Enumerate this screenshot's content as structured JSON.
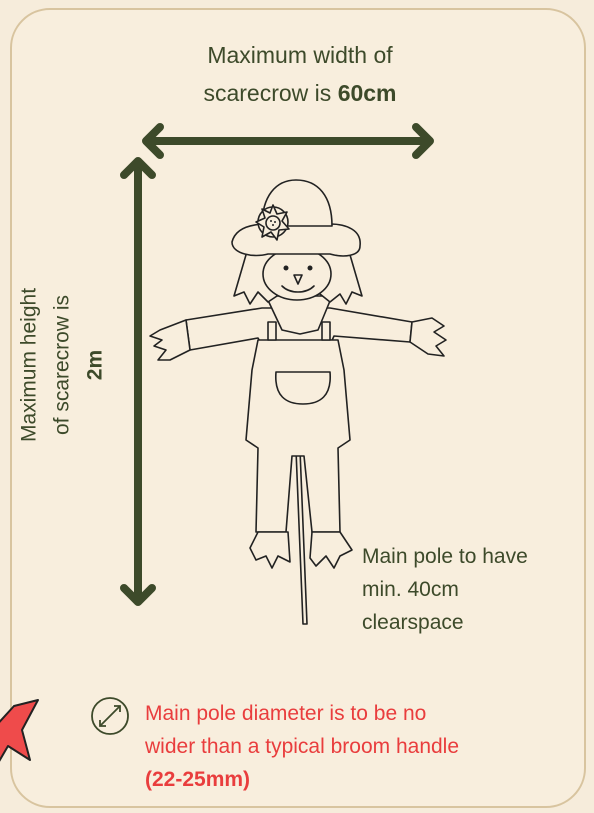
{
  "width_label": {
    "line1": "Maximum width of",
    "line2_prefix": "scarecrow is ",
    "line2_bold": "60cm"
  },
  "height_label": {
    "line1": "Maximum height",
    "line2": "of scarecrow is",
    "line3_bold": "2m"
  },
  "pole_note": {
    "line1": "Main pole to have",
    "line2": "min. 40cm",
    "line3": "clearspace"
  },
  "diameter_note": {
    "line1": "Main pole diameter is to be no",
    "line2": "wider than a typical broom handle",
    "line3_bold": "(22-25mm)"
  },
  "colors": {
    "background": "#f6ecdb",
    "arrow": "#3d4a2a",
    "warning": "#e93d3d",
    "border": "#d8c49f"
  },
  "icons": [
    "diameter-icon",
    "star-icon",
    "sunflower-icon"
  ]
}
